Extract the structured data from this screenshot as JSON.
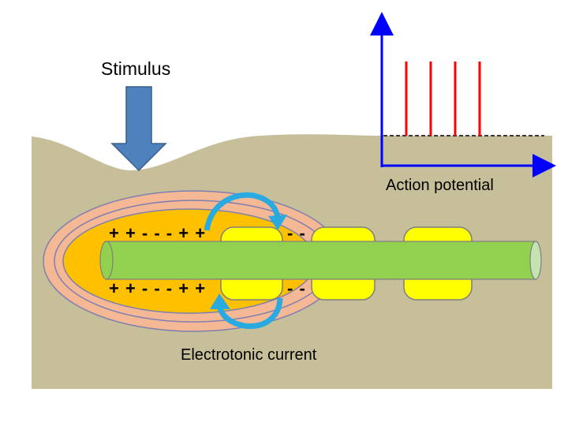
{
  "labels": {
    "stimulus": "Stimulus",
    "action_potential": "Action potential",
    "electrotonic_current": "Electrotonic current"
  },
  "charges": {
    "top_left": "+ + - - - + +",
    "top_right": "- -",
    "bottom_left": "+ + - - - + +",
    "bottom_right": "- -"
  },
  "colors": {
    "skin": "#c6bf9a",
    "outer_capsule": "#f5b894",
    "inner_core": "#ffc000",
    "axon": "#92d050",
    "myelin": "#ffff00",
    "stimulus_arrow": "#4f81bd",
    "current_arrow": "#29abe2",
    "axes": "#0000ff",
    "spikes": "#ff0000"
  },
  "icons": [
    "stimulus-arrow-icon",
    "electrotonic-current-arrow-icon"
  ],
  "action_potential_spikes": 4
}
